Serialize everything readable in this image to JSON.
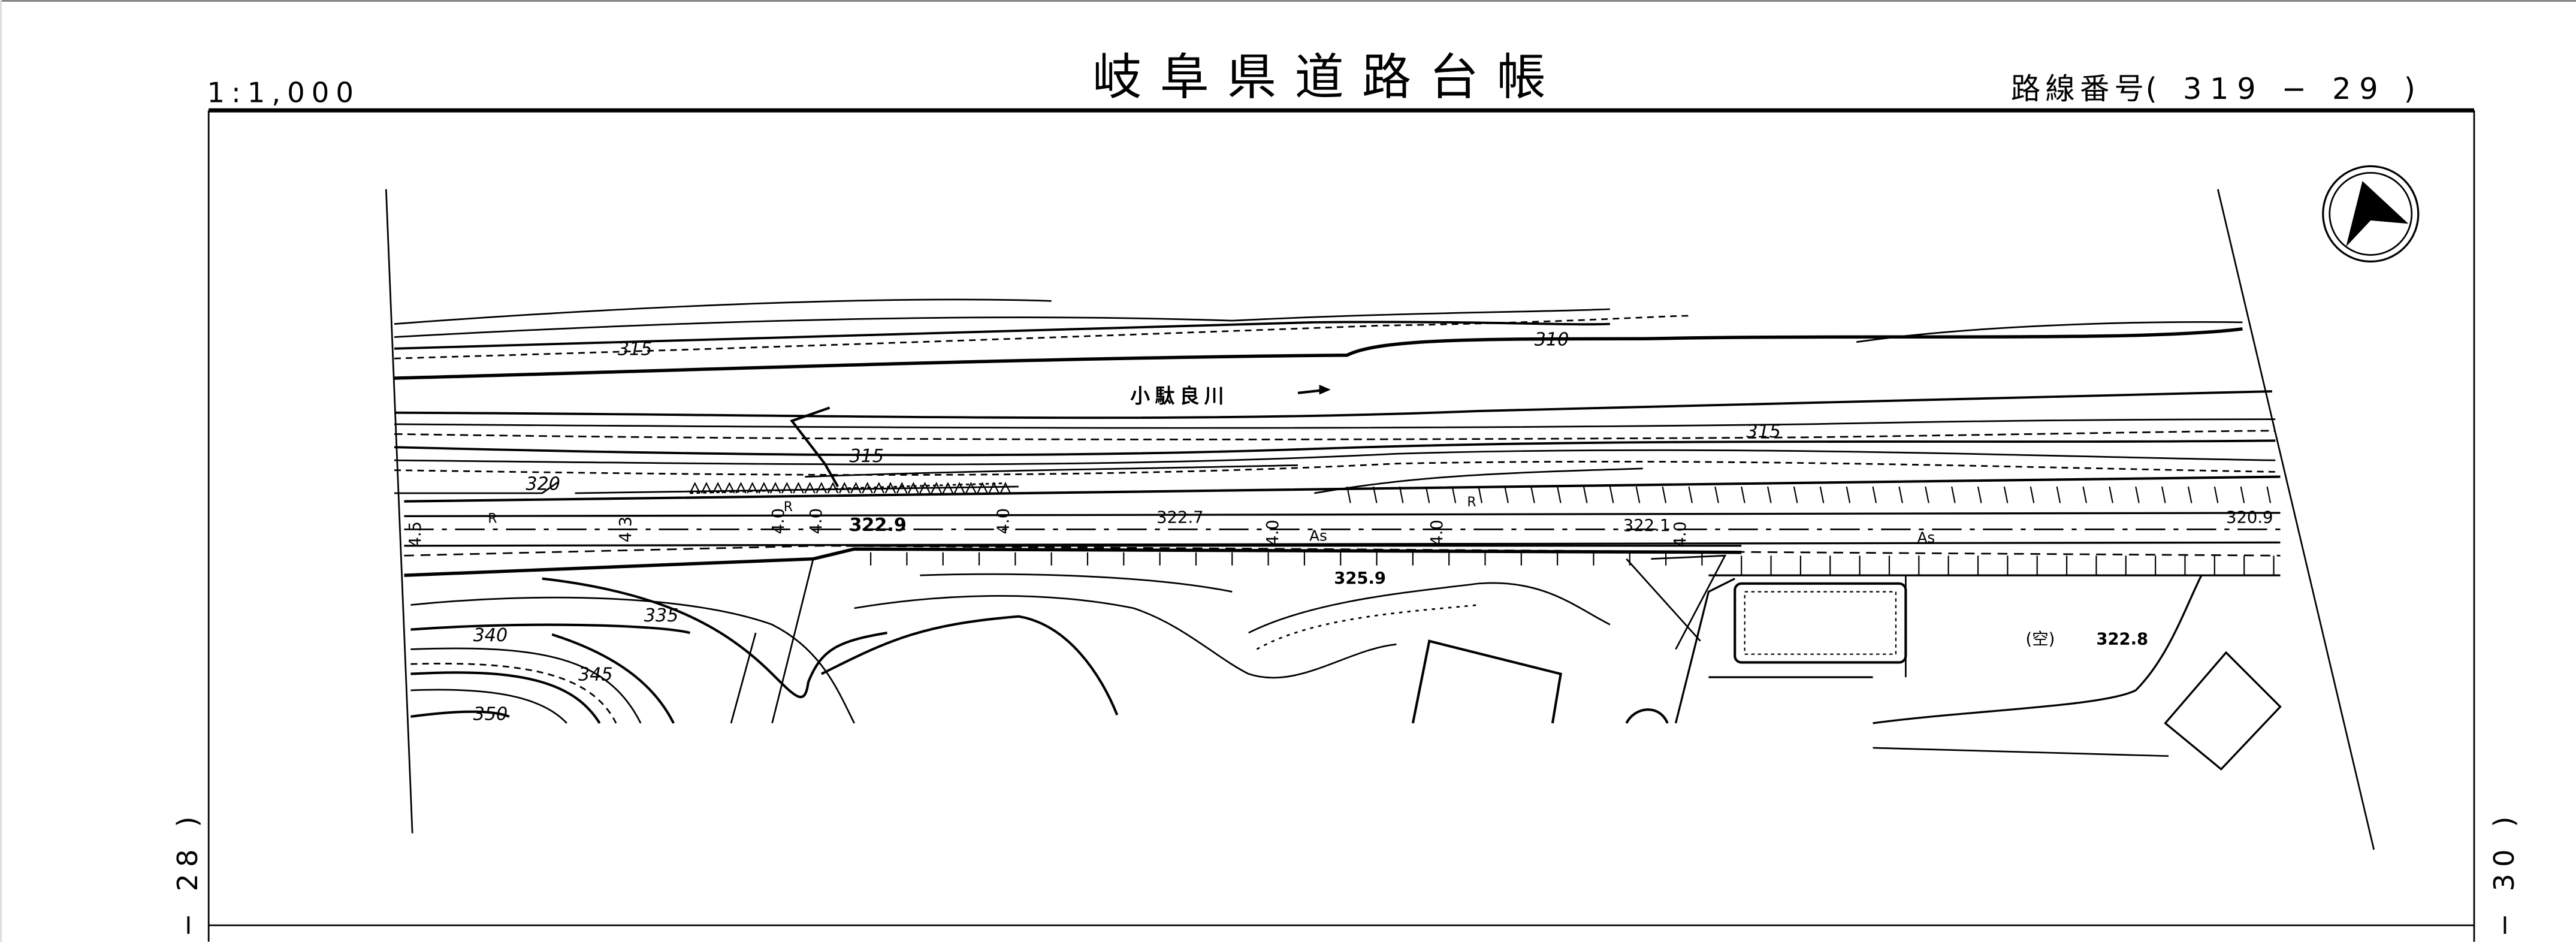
{
  "header": {
    "scale": "1:1,000",
    "title": "岐阜県道路台帳",
    "route_label": "路線番号",
    "route_number": "( 319 −  29 )"
  },
  "sheet_refs": {
    "left": "− 28 )",
    "right": "− 30 )"
  },
  "map": {
    "river_name": "小駄良川",
    "contours": [
      "315",
      "310",
      "315",
      "320",
      "315",
      "340",
      "335",
      "345",
      "350"
    ],
    "elevations": [
      "322.9",
      "322.7",
      "322.1",
      "320.9",
      "325.9",
      "322.8"
    ],
    "road_widths": [
      "4.5",
      "4.3",
      "4.0",
      "4.0",
      "4.0",
      "4.0",
      "4.0",
      "4.0"
    ],
    "surface_labels": [
      "As",
      "As"
    ],
    "road_marks": [
      "R",
      "R",
      "R"
    ],
    "vacant_label": "(空)",
    "compass": "north-arrow"
  }
}
